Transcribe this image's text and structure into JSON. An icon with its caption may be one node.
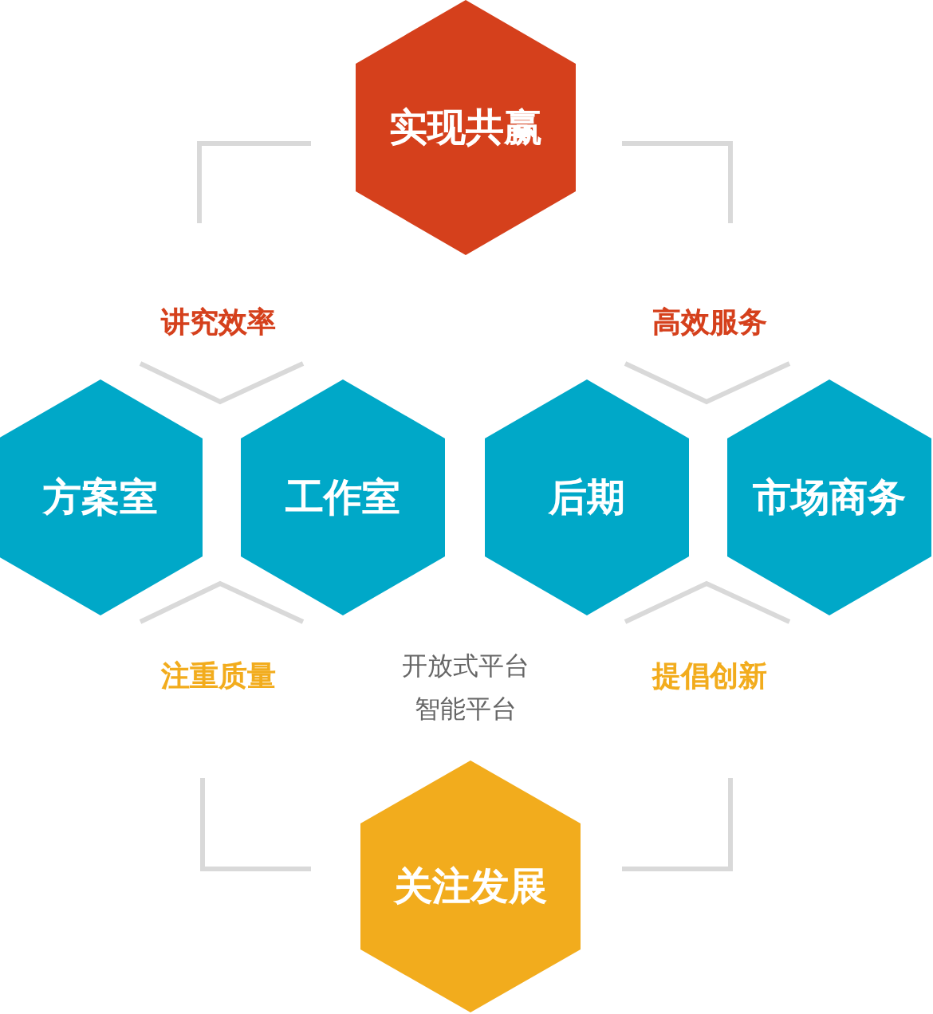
{
  "diagram": {
    "nodes": [
      {
        "text": [
          "实现共赢"
        ]
      },
      {
        "text": [
          "方案室"
        ]
      },
      {
        "text": [
          "工作室"
        ]
      },
      {
        "text": [
          "后期"
        ]
      },
      {
        "text": [
          "市场商务"
        ]
      },
      {
        "text": [
          "关注发展"
        ]
      }
    ],
    "labels": [
      "讲究效率",
      "高效服务",
      "注重质量",
      "开放式平台",
      "智能平台",
      "提倡创新"
    ]
  }
}
